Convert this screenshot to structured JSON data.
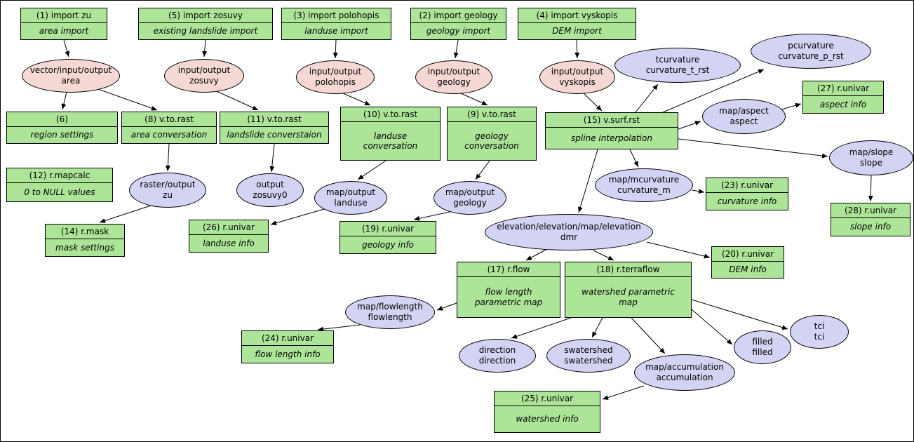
{
  "diagram": {
    "colors": {
      "module_fill": "#ade598",
      "input_fill": "#f5d8d3",
      "data_fill": "#d3d3f3",
      "border": "#000000",
      "background": "#ffffff"
    },
    "modules": {
      "import_zu": {
        "title": "(1) import zu",
        "desc": "area import"
      },
      "import_zosuvy": {
        "title": "(5) import zosuvy",
        "desc": "existing landslide import"
      },
      "import_polohopis": {
        "title": "(3) import polohopis",
        "desc": "landuse import"
      },
      "import_geology": {
        "title": "(2) import geology",
        "desc": "geology import"
      },
      "import_vyskopis": {
        "title": "(4) import vyskopis",
        "desc": "DEM import"
      },
      "region": {
        "title": "(6)",
        "desc": "region settings"
      },
      "vtorast_area": {
        "title": "(8) v.to.rast",
        "desc": "area conversation"
      },
      "vtorast_landslide": {
        "title": "(11) v.to.rast",
        "desc": "landslide converstaion"
      },
      "vtorast_landuse": {
        "title": "(10) v.to.rast",
        "desc": "landuse\nconversation"
      },
      "vtorast_geology": {
        "title": "(9) v.to.rast",
        "desc": "geology\nconversation"
      },
      "vsurfrst": {
        "title": "(15) v.surf.rst",
        "desc": "spline interpolation"
      },
      "rmapcalc": {
        "title": "(12) r.mapcalc",
        "desc": "0 to NULL values"
      },
      "rmask": {
        "title": "(14) r.mask",
        "desc": "mask settings"
      },
      "runivar_landuse": {
        "title": "(26) r.univar",
        "desc": "landuse info"
      },
      "runivar_geology": {
        "title": "(19) r.univar",
        "desc": "geology info"
      },
      "runivar_aspect": {
        "title": "(27) r.univar",
        "desc": "aspect info"
      },
      "runivar_slope": {
        "title": "(28) r.univar",
        "desc": "slope info"
      },
      "runivar_curvature": {
        "title": "(23) r.univar",
        "desc": "curvature info"
      },
      "runivar_dem": {
        "title": "(20) r.univar",
        "desc": "DEM info"
      },
      "rflow": {
        "title": "(17) r.flow",
        "desc": "flow length\nparametric map"
      },
      "rterraflow": {
        "title": "(18) r.terraflow",
        "desc": "watershed parametric\nmap"
      },
      "runivar_flowlength": {
        "title": "(24) r.univar",
        "desc": "flow length info"
      },
      "runivar_watershed": {
        "title": "(25) r.univar",
        "desc": "watershed info"
      }
    },
    "data_nodes": {
      "area": {
        "line1": "vector/input/output",
        "line2": "area"
      },
      "zosuvy": {
        "line1": "input/output",
        "line2": "zosuvy"
      },
      "polohopis": {
        "line1": "input/output",
        "line2": "polohopis"
      },
      "geology_in": {
        "line1": "input/output",
        "line2": "geology"
      },
      "vyskopis": {
        "line1": "input/output",
        "line2": "vyskopis"
      },
      "tcurvature": {
        "line1": "tcurvature",
        "line2": "curvature_t_rst"
      },
      "pcurvature": {
        "line1": "pcurvature",
        "line2": "curvature_p_rst"
      },
      "aspect": {
        "line1": "map/aspect",
        "line2": "aspect"
      },
      "slope": {
        "line1": "map/slope",
        "line2": "slope"
      },
      "zu": {
        "line1": "raster/output",
        "line2": "zu"
      },
      "zosuvy0": {
        "line1": "output",
        "line2": "zosuvy0"
      },
      "landuse_out": {
        "line1": "map/output",
        "line2": "landuse"
      },
      "geology_out": {
        "line1": "map/output",
        "line2": "geology"
      },
      "mcurvature": {
        "line1": "map/mcurvature",
        "line2": "curvature_m"
      },
      "dmr": {
        "line1": "elevation/elevation/map/elevation",
        "line2": "dmr"
      },
      "flowlength": {
        "line1": "map/flowlength",
        "line2": "flowlength"
      },
      "direction": {
        "line1": "direction",
        "line2": "direction"
      },
      "swatershed": {
        "line1": "swatershed",
        "line2": "swatershed"
      },
      "accumulation": {
        "line1": "map/accumulation",
        "line2": "accumulation"
      },
      "filled": {
        "line1": "filled",
        "line2": "filled"
      },
      "tci": {
        "line1": "tci",
        "line2": "tci"
      }
    },
    "edges": [
      "import_zu->area",
      "import_zosuvy->zosuvy",
      "import_polohopis->polohopis",
      "import_geology->geology_in",
      "import_vyskopis->vyskopis",
      "area->region",
      "area->vtorast_area",
      "zosuvy->vtorast_landslide",
      "polohopis->vtorast_landuse",
      "geology_in->vtorast_geology",
      "vyskopis->vsurfrst",
      "vtorast_area->zu",
      "vtorast_landslide->zosuvy0",
      "vtorast_landuse->landuse_out",
      "vtorast_geology->geology_out",
      "zu->rmask",
      "landuse_out->runivar_landuse",
      "geology_out->runivar_geology",
      "vsurfrst->tcurvature",
      "vsurfrst->pcurvature",
      "vsurfrst->aspect",
      "vsurfrst->slope",
      "vsurfrst->mcurvature",
      "vsurfrst->dmr",
      "aspect->runivar_aspect",
      "slope->runivar_slope",
      "mcurvature->runivar_curvature",
      "dmr->runivar_dem",
      "dmr->rflow",
      "dmr->rterraflow",
      "rflow->flowlength",
      "flowlength->runivar_flowlength",
      "rterraflow->direction",
      "rterraflow->swatershed",
      "rterraflow->accumulation",
      "rterraflow->filled",
      "rterraflow->tci",
      "accumulation->runivar_watershed"
    ]
  }
}
